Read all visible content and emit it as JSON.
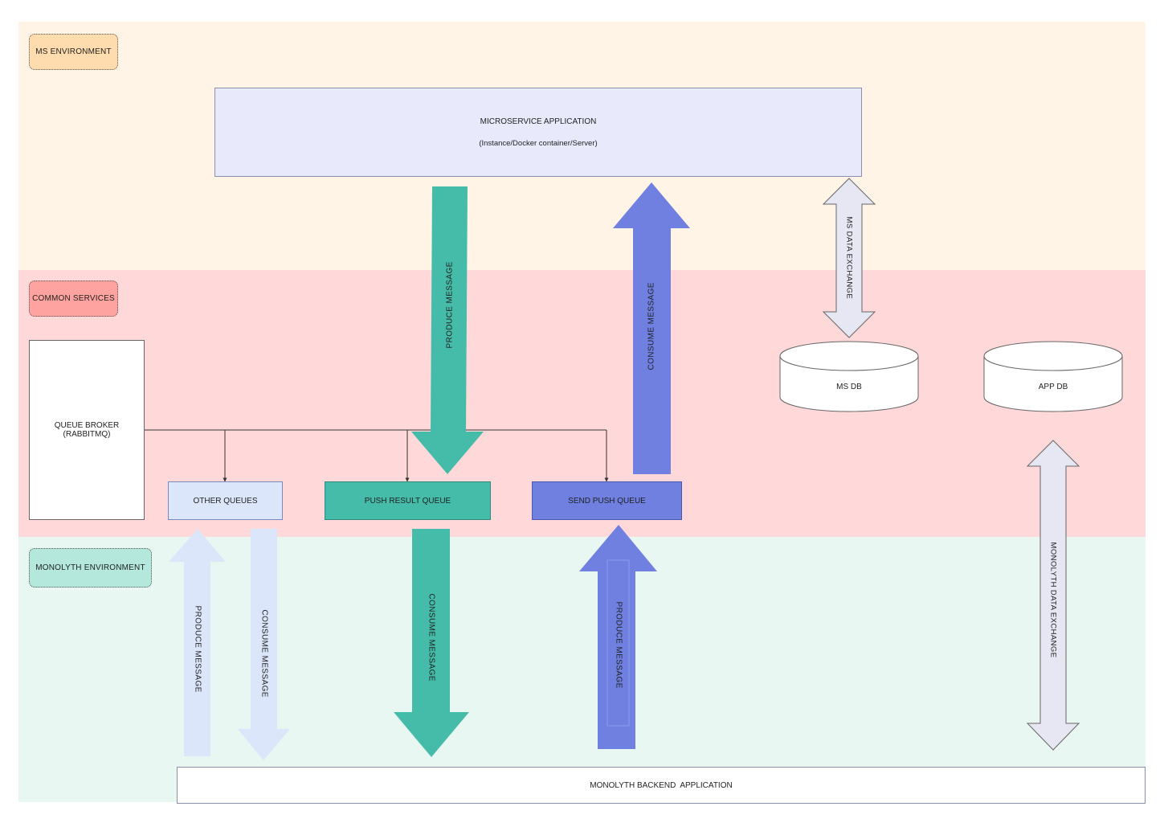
{
  "environments": {
    "ms": {
      "label": "MS ENVIRONMENT"
    },
    "common": {
      "label": "COMMON SERVICES"
    },
    "monolyth": {
      "label": "MONOLYTH ENVIRONMENT"
    }
  },
  "nodes": {
    "microservice": {
      "title": "MICROSERVICE APPLICATION",
      "subtitle": "(Instance/Docker container/Server)"
    },
    "queue_broker": {
      "line1": "QUEUE BROKER",
      "line2": "(RABBITMQ)"
    },
    "other_queues": {
      "label": "OTHER QUEUES"
    },
    "push_result_queue": {
      "label": "PUSH RESULT QUEUE"
    },
    "send_push_queue": {
      "label": "SEND PUSH QUEUE"
    },
    "ms_db": {
      "label": "MS DB"
    },
    "app_db": {
      "label": "APP DB"
    },
    "monolyth_backend": {
      "label": "MONOLYTH BACKEND  APPLICATION"
    }
  },
  "arrows": {
    "ms_produce": {
      "label": "PRODUCE MESSAGE"
    },
    "ms_consume": {
      "label": "CONSUME MESSAGE"
    },
    "ms_data_exchange": {
      "label": "MS DATA EXCHANGE"
    },
    "mono_produce_other": {
      "label": "PRODUCE MESSAGE"
    },
    "mono_consume_other": {
      "label": "CONSUME MESSAGE"
    },
    "mono_consume_result": {
      "label": "CONSUME MESSAGE"
    },
    "mono_produce_push": {
      "label": "PRODUCE MESSAGE"
    },
    "mono_data_exchange": {
      "label": "MONOLYTH DATA EXCHANGE"
    }
  },
  "colors": {
    "ms_band": "#fff4e6",
    "common_band": "#ffd9d9",
    "monolyth_band": "#e8f7f2",
    "teal": "#45bca9",
    "blue": "#6f80e1",
    "pale_blue": "#dce6fb",
    "lavender": "#e9e9f5"
  }
}
